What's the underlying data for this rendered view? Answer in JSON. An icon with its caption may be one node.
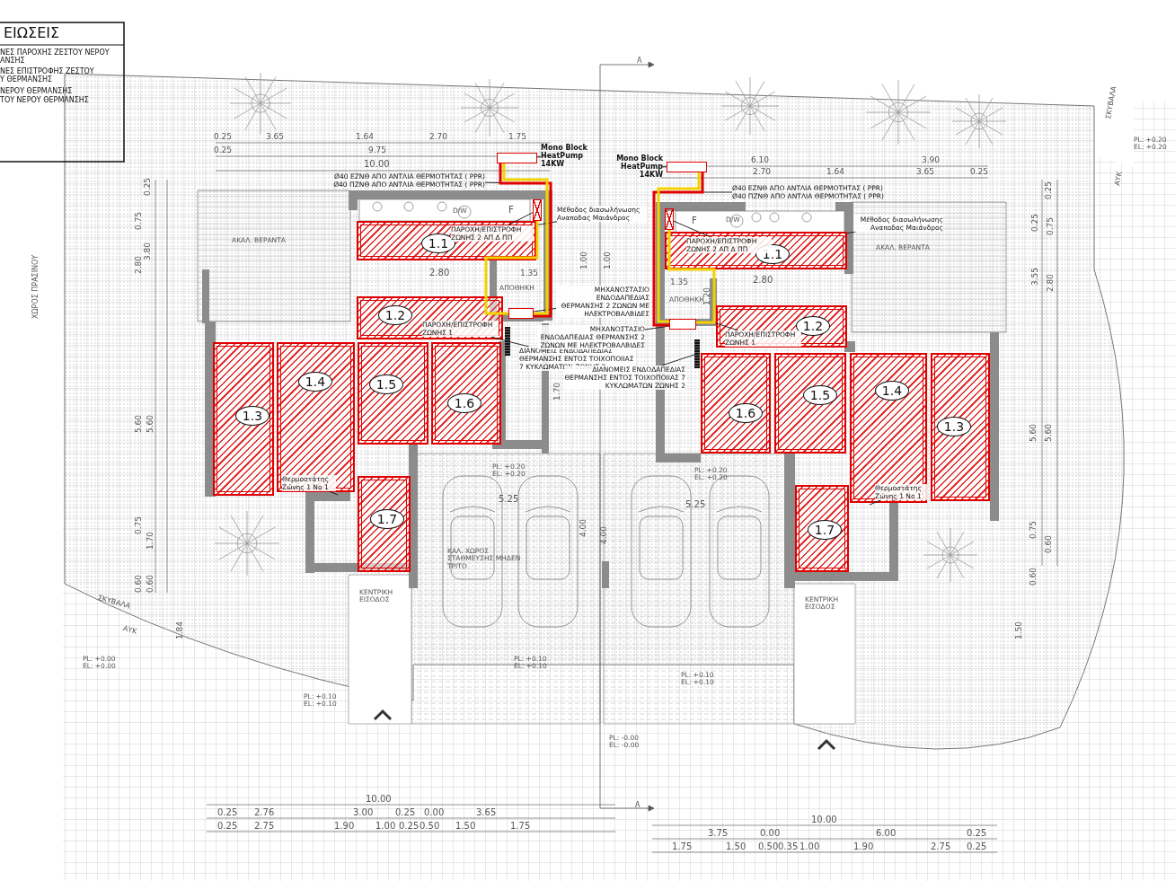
{
  "diagram": {
    "nodes": [
      {
        "text": [
          "1.1"
        ]
      },
      {
        "text": [
          "1.2"
        ]
      },
      {
        "text": [
          "1.3"
        ]
      },
      {
        "text": [
          "1.4"
        ]
      },
      {
        "text": [
          "1.5"
        ]
      },
      {
        "text": [
          "1.6"
        ]
      },
      {
        "text": [
          "1.7"
        ]
      },
      {
        "text": [],
        "shape": "box"
      },
      {
        "text": [
          "Mono Block HeatPump 14KW"
        ]
      },
      {
        "text": [
          "Ø40 ΕΖΝΘ ΑΠΟ ΑΝΤΛΙΑ ΘΕΡΜΟΤΗΤΑΣ ( PPR)",
          "Ø40 ΠΖΝΘ ΑΠΟ ΑΝΤΛΙΑ ΘΕΡΜΟΤΗΤΑΣ ( PPR)"
        ]
      },
      {
        "text": [
          "Μέθοδος διασωλήνωσης Αναποδας Μαιάνδρος"
        ]
      },
      {
        "text": [
          "ΠΑΡΟΧΗ/ΕΠΙΣΤΡΟΦΗ ΖΩΝΗΣ 2 ΑΠ Δ ΠΠ"
        ],
        "in": 0
      },
      {
        "text": [],
        "shape": "box"
      },
      {
        "text": [
          "ΜΗΧΑΝΟΣΤΑΣΙΟ ΕΝΔΟΔΑΠΕΔΙΑΣ ΘΕΡΜΑΝΣΗΣ 2 ΖΩΝΩΝ ΜΕ ΗΛΕΚΤΡΟΒΑΛΒΙΔΕΣ"
        ]
      },
      {
        "text": [
          "ΠΑΡΟΧΗ/ΕΠΙΣΤΡΟΦΗ ΖΩΝΗΣ 1"
        ],
        "in": 1
      },
      {
        "text": [],
        "shape": "bar"
      },
      {
        "text": [
          "ΔΙΑΝΟΜΕΙΣ ΕΝΔΟΔΑΠΕΔΙΑΣ ΘΕΡΜΑΝΣΗΣ ΕΝΤΟΣ ΤΟΙΧΟΠΟΙΙΑΣ 7 ΚΥΚΛΩΜΑΤΩΝ ΖΩΝΗΣ 2"
        ]
      },
      {
        "text": [
          "Θερμοστάτης Ζώνης 1 Νο 1"
        ],
        "in": 3
      },
      {
        "text": [
          "1.1"
        ]
      },
      {
        "text": [
          "1.2"
        ]
      },
      {
        "text": [
          "1.3"
        ]
      },
      {
        "text": [
          "1.4"
        ]
      },
      {
        "text": [
          "1.5"
        ]
      },
      {
        "text": [
          "1.6"
        ]
      },
      {
        "text": [
          "1.7"
        ]
      },
      {
        "text": [],
        "shape": "box"
      },
      {
        "text": [
          "Mono Block HeatPump 14KW"
        ]
      },
      {
        "text": [
          "Ø40 ΕΖΝΘ ΑΠΟ ΑΝΤΛΙΑ ΘΕΡΜΟΤΗΤΑΣ ( PPR)",
          "Ø40 ΠΖΝΘ ΑΠΟ ΑΝΤΛΙΑ ΘΕΡΜΟΤΗΤΑΣ ( PPR)"
        ]
      },
      {
        "text": [
          "Μέθοδος διασωλήνωσης Αναποδας Μαιάνδρος"
        ]
      },
      {
        "text": [
          "ΠΑΡΟΧΗ/ΕΠΙΣΤΡΟΦΗ ΖΩΝΗΣ 2 ΑΠ Δ ΠΠ"
        ],
        "in": 18
      },
      {
        "text": [],
        "shape": "box"
      },
      {
        "text": [
          "ΜΗΧΑΝΟΣΤΑΣΙΟ ΕΝΔΟΔΑΠΕΔΙΑΣ ΘΕΡΜΑΝΣΗΣ 2 ΖΩΝΩΝ ΜΕ ΗΛΕΚΤΡΟΒΑΛΒΙΔΕΣ"
        ]
      },
      {
        "text": [
          "ΠΑΡΟΧΗ/ΕΠΙΣΤΡΟΦΗ ΖΩΝΗΣ 1"
        ],
        "in": 19
      },
      {
        "text": [],
        "shape": "bar"
      },
      {
        "text": [
          "ΔΙΑΝΟΜΕΙΣ ΕΝΔΟΔΑΠΕΔΙΑΣ ΘΕΡΜΑΝΣΗΣ ΕΝΤΟΣ ΤΟΙΧΟΠΟΙΙΑΣ 7 ΚΥΚΛΩΜΑΤΩΝ ΖΩΝΗΣ 2"
        ]
      },
      {
        "text": [
          "Θερμοστάτης Ζώνης 1 Νο 1"
        ],
        "in": 21
      },
      {
        "text": [],
        "shape": "box"
      },
      {
        "text": [],
        "shape": "box"
      }
    ],
    "edges": [
      {
        "from": 8,
        "to": 7,
        "arrow": "none"
      },
      {
        "from": 9,
        "to": null,
        "arrow": "none"
      },
      {
        "from": 10,
        "to": 0,
        "arrow": "none"
      },
      {
        "from": 11,
        "to": 36,
        "arrow": "none"
      },
      {
        "from": 13,
        "to": 12,
        "arrow": "none"
      },
      {
        "from": 14,
        "to": 15,
        "arrow": "none"
      },
      {
        "from": 16,
        "to": 15,
        "arrow": "none"
      },
      {
        "from": 17,
        "to": null,
        "arrow": "none"
      },
      {
        "from": 26,
        "to": 25,
        "arrow": "none"
      },
      {
        "from": 27,
        "to": null,
        "arrow": "none"
      },
      {
        "from": 28,
        "to": 18,
        "arrow": "none"
      },
      {
        "from": 29,
        "to": 37,
        "arrow": "none"
      },
      {
        "from": 31,
        "to": 30,
        "arrow": "none"
      },
      {
        "from": 32,
        "to": null,
        "arrow": "none"
      },
      {
        "from": 34,
        "to": 33,
        "arrow": "none"
      },
      {
        "from": 35,
        "to": null,
        "arrow": "none"
      },
      {
        "from": 7,
        "to": 12,
        "arrow": "none",
        "style": "thick",
        "color": "#e00000"
      },
      {
        "from": 7,
        "to": 12,
        "arrow": "none",
        "style": "thick",
        "color": "#f2d200"
      },
      {
        "from": 12,
        "to": 36,
        "arrow": "none",
        "style": "thick",
        "color": "#f2d200"
      },
      {
        "from": 25,
        "to": 30,
        "arrow": "none",
        "style": "thick",
        "color": "#e00000"
      },
      {
        "from": 25,
        "to": 30,
        "arrow": "none",
        "style": "thick",
        "color": "#f2d200"
      },
      {
        "from": 30,
        "to": 37,
        "arrow": "none",
        "style": "thick",
        "color": "#f2d200"
      }
    ],
    "labels": [
      "ΕΙΩΣΕΙΣ",
      "ΝΕΣ ΠΑΡΟΧΗΣ ΖΕΣΤΟΥ ΝΕΡΟΥ ΑΝΣΗΣ",
      "ΝΕΣ ΕΠΙΣΤΡΟΦΗΣ ΖΕΣΤΟΥ Υ ΘΕΡΜΑΝΣΗΣ",
      "ΝΕΡΟΥ ΘΕΡΜΑΝΣΗΣ",
      "ΤΟΥ ΝΕΡΟΥ ΘΕΡΜΑΝΣΗΣ",
      "A",
      "ΣΚΥΒΑΛΑ",
      "0.25",
      "3.65",
      "1.64",
      "2.70",
      "1.75",
      "0.25",
      "9.75",
      "PL: +0.20 EL: +0.20",
      "10.00",
      "6.10",
      "3.90",
      "2.70",
      "1.64",
      "3.65",
      "0.25",
      "ΑΥΚ",
      "0.25",
      "0.25",
      "0.75",
      "D/W",
      "F",
      "F",
      "D/W",
      "0.25",
      "0.75",
      "3.80",
      "2.80",
      "ΑΚΑΛ. ΒΕΡΑΝΤΑ",
      "1.00",
      "1.00",
      "ΑΚΑΛ. ΒΕΡΑΝΤΑ",
      "ΧΩΡΟΣ ΠΡΑΣΙΝΟΥ",
      "2.80",
      "ΑΠΟΘΗΚΗ",
      "1.35",
      "1.35",
      "ΑΠΟΘΗΚΗ",
      "1.20",
      "2.80",
      "3.55",
      "2.80",
      "5.60",
      "5.60",
      "1.70",
      "5.60",
      "5.60",
      "PL: +0.20 EL: +0.20",
      "PL: +0.20 EL: +0.20",
      "5.25",
      "5.25",
      "0.75",
      "1.70",
      "ΚΑΛ. ΧΩΡΟΣ ΣΤΑΘΜΕΥΣΗΣ ΜΗΔΕΝ ΤΡΙΤΟ",
      "4.00",
      "4.00",
      "0.75",
      "0.60",
      "0.60",
      "0.60",
      "0.60",
      "ΣΚΥΒΑΛΑ",
      "ΚΕΝΤΡΙΚΗ ΕΙΣΟΔΟΣ",
      "ΚΕΝΤΡΙΚΗ ΕΙΣΟΔΟΣ",
      "ΑΥΚ",
      "1.84",
      "1.50",
      "PL: +0.00 EL: +0.00",
      "PL: +0.10 EL: +0.10",
      "PL: +0.10 EL: +0.10",
      "PL: +0.10 EL: +0.10",
      "PL: -0.00 EL: -0.00",
      "10.00",
      "0.25",
      "2.76",
      "3.00",
      "0.25",
      "0.00",
      "3.65",
      "0.25",
      "2.75",
      "1.90",
      "1.00",
      "0.25",
      "0.50",
      "1.50",
      "1.75",
      "A",
      "10.00",
      "3.75",
      "0.00",
      "6.00",
      "0.25",
      "1.75",
      "1.50",
      "0.50",
      "0.35",
      "1.00",
      "1.90",
      "2.75",
      "0.25"
    ]
  }
}
